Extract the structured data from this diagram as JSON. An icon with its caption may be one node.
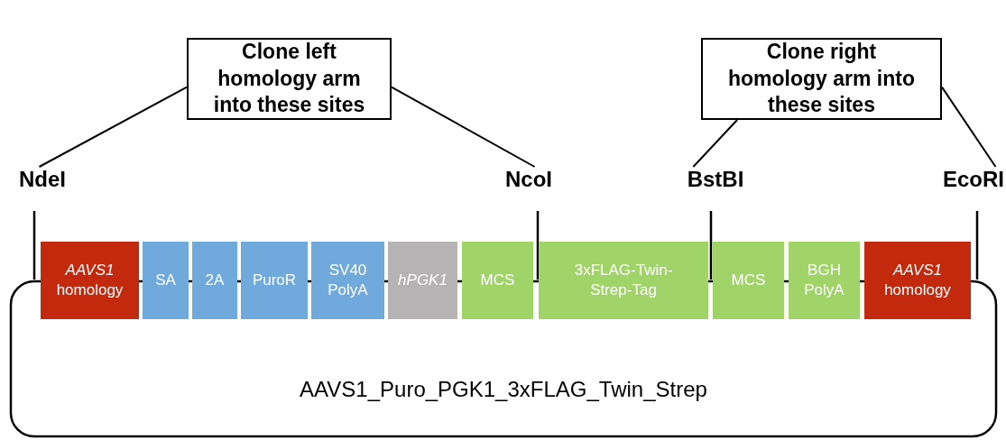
{
  "diagram": {
    "nodes": [
      {
        "text": [
          "Clone left homology arm into these sites"
        ]
      },
      {
        "text": [
          "Clone right homology arm into these sites"
        ]
      },
      {
        "text": [
          "NdeI"
        ]
      },
      {
        "text": [
          "NcoI"
        ]
      },
      {
        "text": [
          "BstBI"
        ]
      },
      {
        "text": [
          "EcoRI"
        ]
      },
      {
        "text": [
          "*AAVS1* homology"
        ]
      },
      {
        "text": [
          "SA"
        ]
      },
      {
        "text": [
          "2A"
        ]
      },
      {
        "text": [
          "PuroR"
        ]
      },
      {
        "text": [
          "SV40 PolyA"
        ]
      },
      {
        "text": [
          "hPGK1"
        ]
      },
      {
        "text": [
          "MCS"
        ]
      },
      {
        "text": [
          "3xFLAG-Twin-Strep-Tag"
        ]
      },
      {
        "text": [
          "MCS"
        ]
      },
      {
        "text": [
          "BGH PolyA"
        ]
      },
      {
        "text": [
          "*AAVS1* homology"
        ]
      },
      {
        "text": [
          "AAVS1_Puro_PGK1_3xFLAG_Twin_Strep"
        ]
      }
    ],
    "edges": [
      {
        "from": 0,
        "to": 2,
        "arrow": "none"
      },
      {
        "from": 0,
        "to": 3,
        "arrow": "none"
      },
      {
        "from": 1,
        "to": 4,
        "arrow": "none"
      },
      {
        "from": 1,
        "to": 5,
        "arrow": "none"
      }
    ]
  }
}
